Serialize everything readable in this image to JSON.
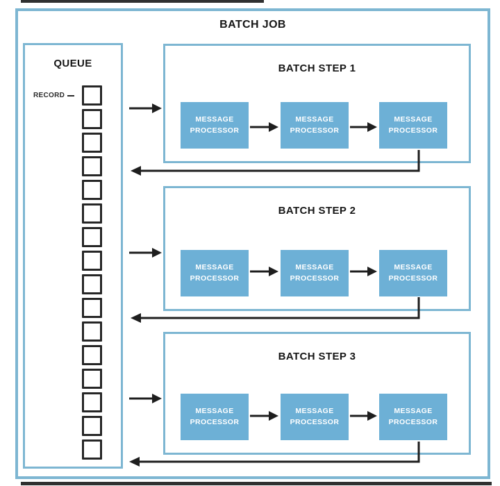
{
  "diagram": {
    "title": "BATCH JOB",
    "queue": {
      "title": "QUEUE",
      "record_label": "RECORD",
      "record_count": 16
    },
    "processor": {
      "line1": "MESSAGE",
      "line2": "PROCESSOR"
    },
    "steps": [
      {
        "title": "BATCH STEP 1"
      },
      {
        "title": "BATCH STEP 2"
      },
      {
        "title": "BATCH STEP 3"
      }
    ],
    "colors": {
      "box_border": "#7db6d2",
      "processor_fill": "#6db0d6",
      "arrow": "#1e1e1e"
    }
  }
}
